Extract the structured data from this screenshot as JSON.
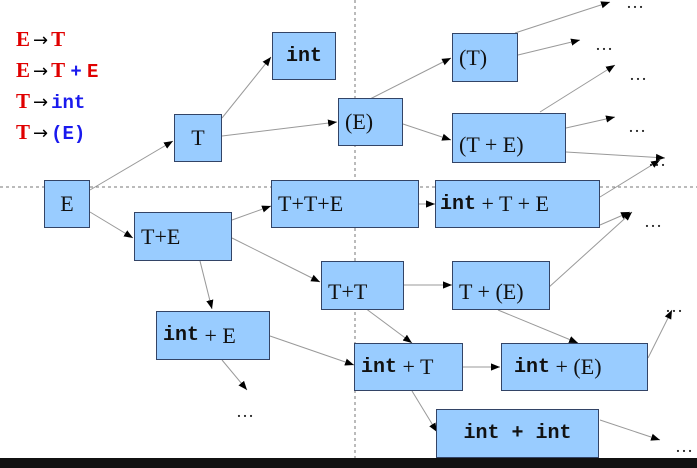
{
  "grammar": {
    "rule1": {
      "lhs": "E",
      "arrow": "→",
      "rhs": "T"
    },
    "rule2": {
      "lhs": "E",
      "arrow": "→",
      "rhs1": "T",
      "rhs_plus": "+",
      "rhs2": "E"
    },
    "rule3": {
      "lhs": "T",
      "arrow": "→",
      "rhs": "int"
    },
    "rule4": {
      "lhs": "T",
      "arrow": "→",
      "rhs": "(E)"
    }
  },
  "nodes": {
    "E": "E",
    "T": "T",
    "TplusE": "T+E",
    "int1": "int",
    "paren_E": "(E)",
    "paren_T": "(T)",
    "paren_TplusE": "(T + E)",
    "TplusTplusE": "T+T+E",
    "int_plus_TplusE": {
      "int": "int",
      "rest": " + T + E"
    },
    "TplusT": "T+T",
    "Tplus_parenE": "T + (E)",
    "int_plus_E": {
      "int": "int",
      "rest": " + E"
    },
    "int_plus_T": {
      "int": "int",
      "rest": " + T"
    },
    "int_plus_parenE": {
      "int": "int",
      "rest": " + (E)"
    },
    "int_plus_int": "int + int"
  },
  "ellipsis": "…",
  "colors": {
    "node_fill": "#99ccff",
    "nonterminal": "#e00000",
    "terminal": "#1a1aee"
  }
}
